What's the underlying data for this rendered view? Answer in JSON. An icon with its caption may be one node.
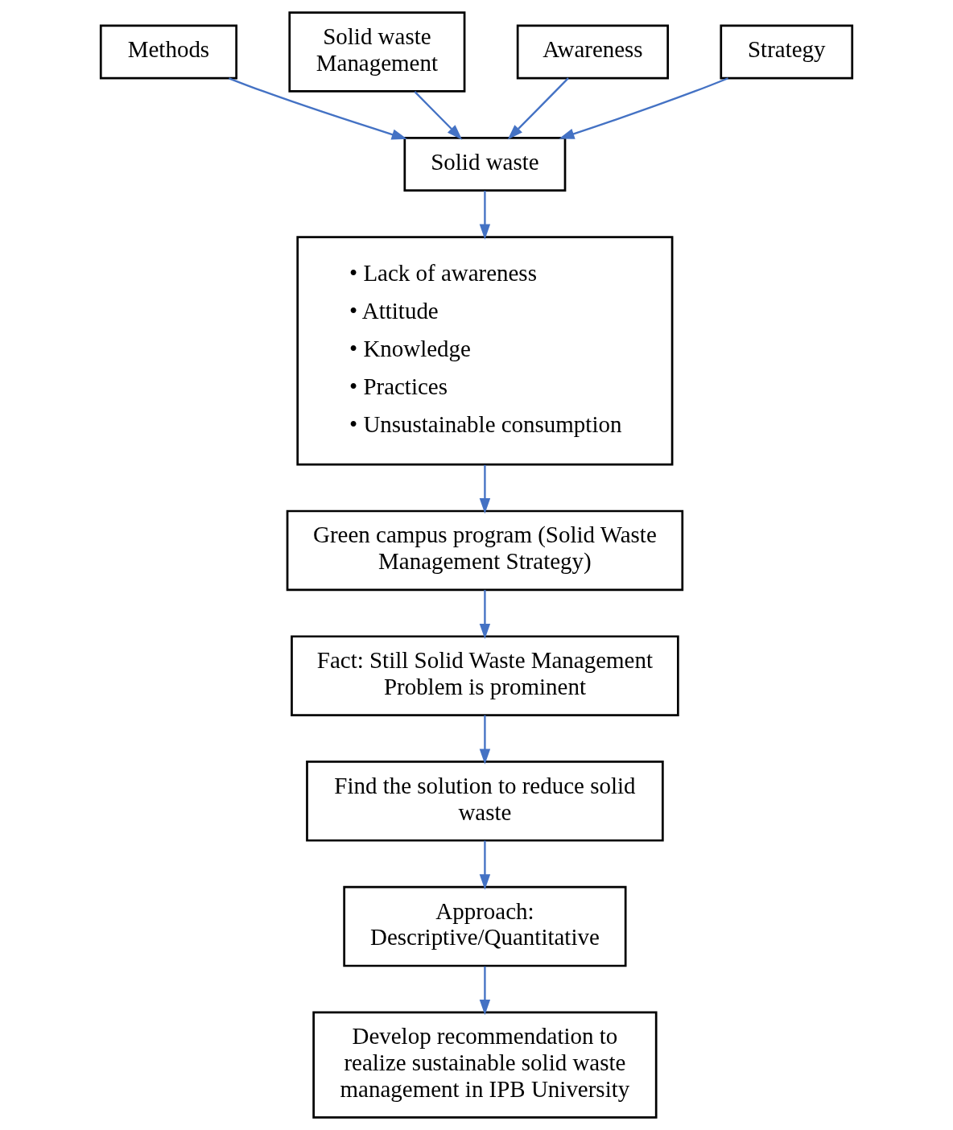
{
  "diagram": {
    "nodes": [
      {
        "text": [
          "Methods"
        ]
      },
      {
        "text": [
          "Solid waste Management"
        ]
      },
      {
        "text": [
          "Awareness"
        ]
      },
      {
        "text": [
          "Strategy"
        ]
      },
      {
        "text": [
          "Solid waste"
        ]
      },
      {
        "text": [
          "• Lack of awareness",
          "• Attitude",
          "• Knowledge",
          "• Practices",
          "• Unsustainable consumption"
        ]
      },
      {
        "text": [
          "Green campus program (Solid Waste Management Strategy)"
        ]
      },
      {
        "text": [
          "Fact: Still Solid Waste Management Problem is prominent"
        ]
      },
      {
        "text": [
          "Find the solution to reduce solid waste"
        ]
      },
      {
        "text": [
          "Approach: Descriptive/Quantitative"
        ]
      },
      {
        "text": [
          "Develop recommendation to realize sustainable solid waste management in IPB University"
        ]
      }
    ],
    "edges": [
      {
        "from": 0,
        "to": 4,
        "arrow": "to"
      },
      {
        "from": 1,
        "to": 4,
        "arrow": "to"
      },
      {
        "from": 2,
        "to": 4,
        "arrow": "to"
      },
      {
        "from": 3,
        "to": 4,
        "arrow": "to"
      },
      {
        "from": 4,
        "to": 5,
        "arrow": "to"
      },
      {
        "from": 5,
        "to": 6,
        "arrow": "to"
      },
      {
        "from": 6,
        "to": 7,
        "arrow": "to"
      },
      {
        "from": 7,
        "to": 8,
        "arrow": "to"
      },
      {
        "from": 8,
        "to": 9,
        "arrow": "to"
      },
      {
        "from": 9,
        "to": 10,
        "arrow": "to"
      }
    ]
  }
}
